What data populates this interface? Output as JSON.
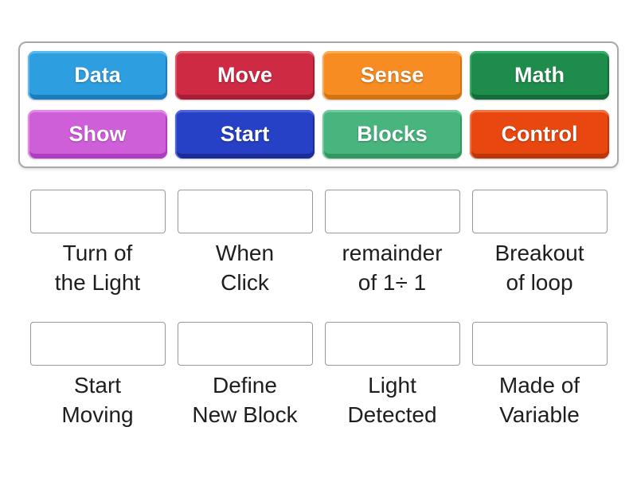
{
  "tray": {
    "tiles": [
      {
        "label": "Data",
        "color": "#2D9FE1",
        "light": "#5BB9EC",
        "dark": "#1B7DC0"
      },
      {
        "label": "Move",
        "color": "#CE2A44",
        "light": "#DD5A6A",
        "dark": "#A81D35"
      },
      {
        "label": "Sense",
        "color": "#F78C22",
        "light": "#FAAC55",
        "dark": "#D4720F"
      },
      {
        "label": "Math",
        "color": "#1E8C4A",
        "light": "#37AE69",
        "dark": "#146C38"
      },
      {
        "label": "Show",
        "color": "#CF5FD9",
        "light": "#E08BE6",
        "dark": "#AE3EBF"
      },
      {
        "label": "Start",
        "color": "#2640C6",
        "light": "#4C63DA",
        "dark": "#1A2D99"
      },
      {
        "label": "Blocks",
        "color": "#48B47E",
        "light": "#6FCA9C",
        "dark": "#319862"
      },
      {
        "label": "Control",
        "color": "#E8470F",
        "light": "#F07544",
        "dark": "#BC3708"
      }
    ]
  },
  "slots": [
    {
      "label": "Turn of\nthe Light"
    },
    {
      "label": "When\nClick"
    },
    {
      "label": "remainder\nof 1÷ 1"
    },
    {
      "label": "Breakout\nof loop"
    },
    {
      "label": "Start\nMoving"
    },
    {
      "label": "Define\nNew Block"
    },
    {
      "label": "Light\nDetected"
    },
    {
      "label": "Made of\nVariable"
    }
  ]
}
